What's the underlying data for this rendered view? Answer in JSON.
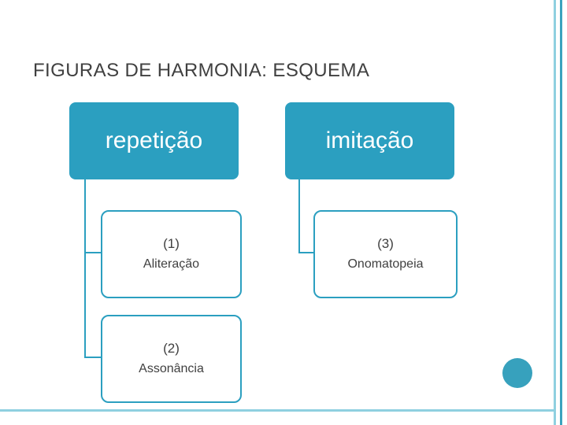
{
  "slide": {
    "title": "FIGURAS DE HARMONIA: ESQUEMA",
    "accent_color": "#2b9fc0",
    "accent_light_color": "#8fd0e0",
    "text_color": "#404040",
    "groups": [
      {
        "heading": "repetição",
        "items": [
          {
            "number": "(1)",
            "name": "Aliteração"
          },
          {
            "number": "(2)",
            "name": "Assonância"
          }
        ]
      },
      {
        "heading": "imitação",
        "items": [
          {
            "number": "(3)",
            "name": "Onomatopeia"
          }
        ]
      }
    ]
  }
}
